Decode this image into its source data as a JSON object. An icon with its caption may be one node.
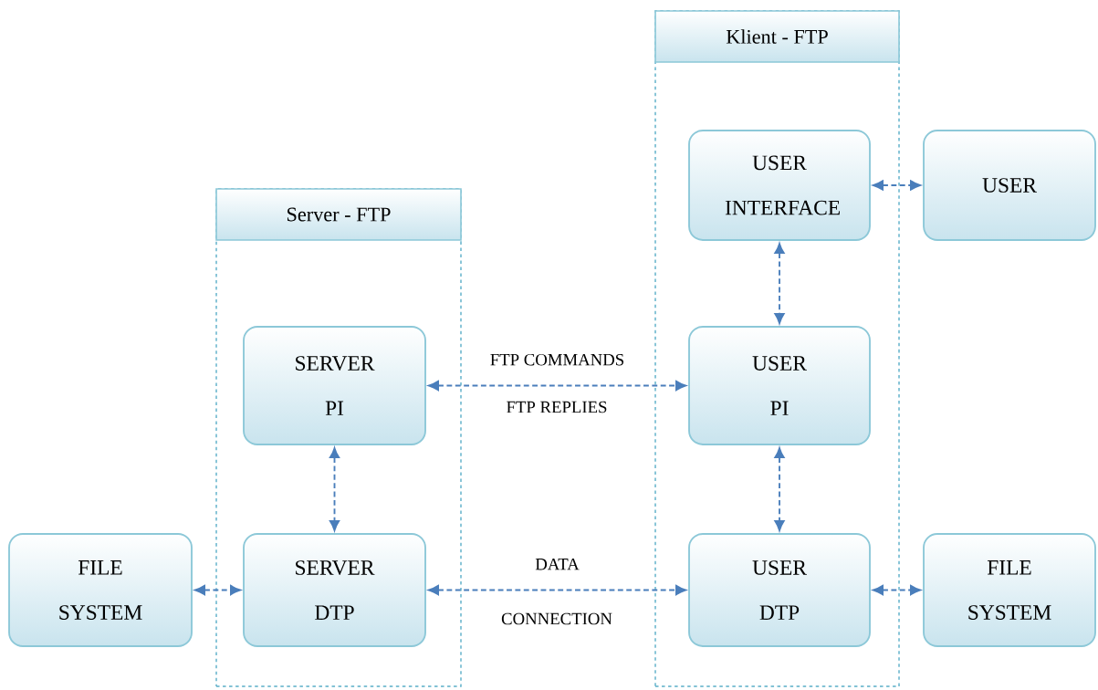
{
  "diagram": {
    "nodes": [
      {
        "text": [
          "Server - FTP"
        ]
      },
      {
        "text": [
          "Klient - FTP"
        ]
      },
      {
        "text": [
          "USER INTERFACE"
        ],
        "in": 1
      },
      {
        "text": [
          "USER"
        ]
      },
      {
        "text": [
          "SERVER PI"
        ],
        "in": 0
      },
      {
        "text": [
          "USER PI"
        ],
        "in": 1
      },
      {
        "text": [
          "FILE SYSTEM"
        ]
      },
      {
        "text": [
          "SERVER DTP"
        ],
        "in": 0
      },
      {
        "text": [
          "USER DTP"
        ],
        "in": 1
      },
      {
        "text": [
          "FILE SYSTEM"
        ]
      }
    ],
    "edges": [
      {
        "from": 2,
        "to": 3,
        "arrow": "both"
      },
      {
        "from": 2,
        "to": 5,
        "arrow": "both"
      },
      {
        "from": 4,
        "to": 5,
        "arrow": "both",
        "label": "FTP COMMANDS"
      },
      {
        "from": 4,
        "to": 7,
        "arrow": "both"
      },
      {
        "from": 5,
        "to": 8,
        "arrow": "both"
      },
      {
        "from": 6,
        "to": 7,
        "arrow": "both"
      },
      {
        "from": 7,
        "to": 8,
        "arrow": "both",
        "label": "DATA"
      },
      {
        "from": 8,
        "to": 9,
        "arrow": "both"
      }
    ],
    "labels": [
      "FTP REPLIES",
      "CONNECTION"
    ]
  }
}
